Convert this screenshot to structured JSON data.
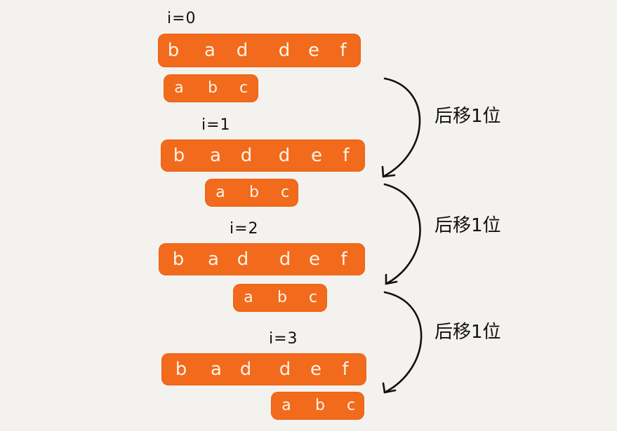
{
  "text_string": [
    "b",
    "a",
    "d",
    "d",
    "e",
    "f"
  ],
  "pattern": [
    "a",
    "b",
    "c"
  ],
  "steps": [
    {
      "label": "i=0"
    },
    {
      "label": "i=1"
    },
    {
      "label": "i=2"
    },
    {
      "label": "i=3"
    }
  ],
  "shift_label": "后移1位",
  "colors": {
    "bar": "#f26a1b",
    "text": "#fff3e8",
    "background": "#f4f2ee"
  }
}
